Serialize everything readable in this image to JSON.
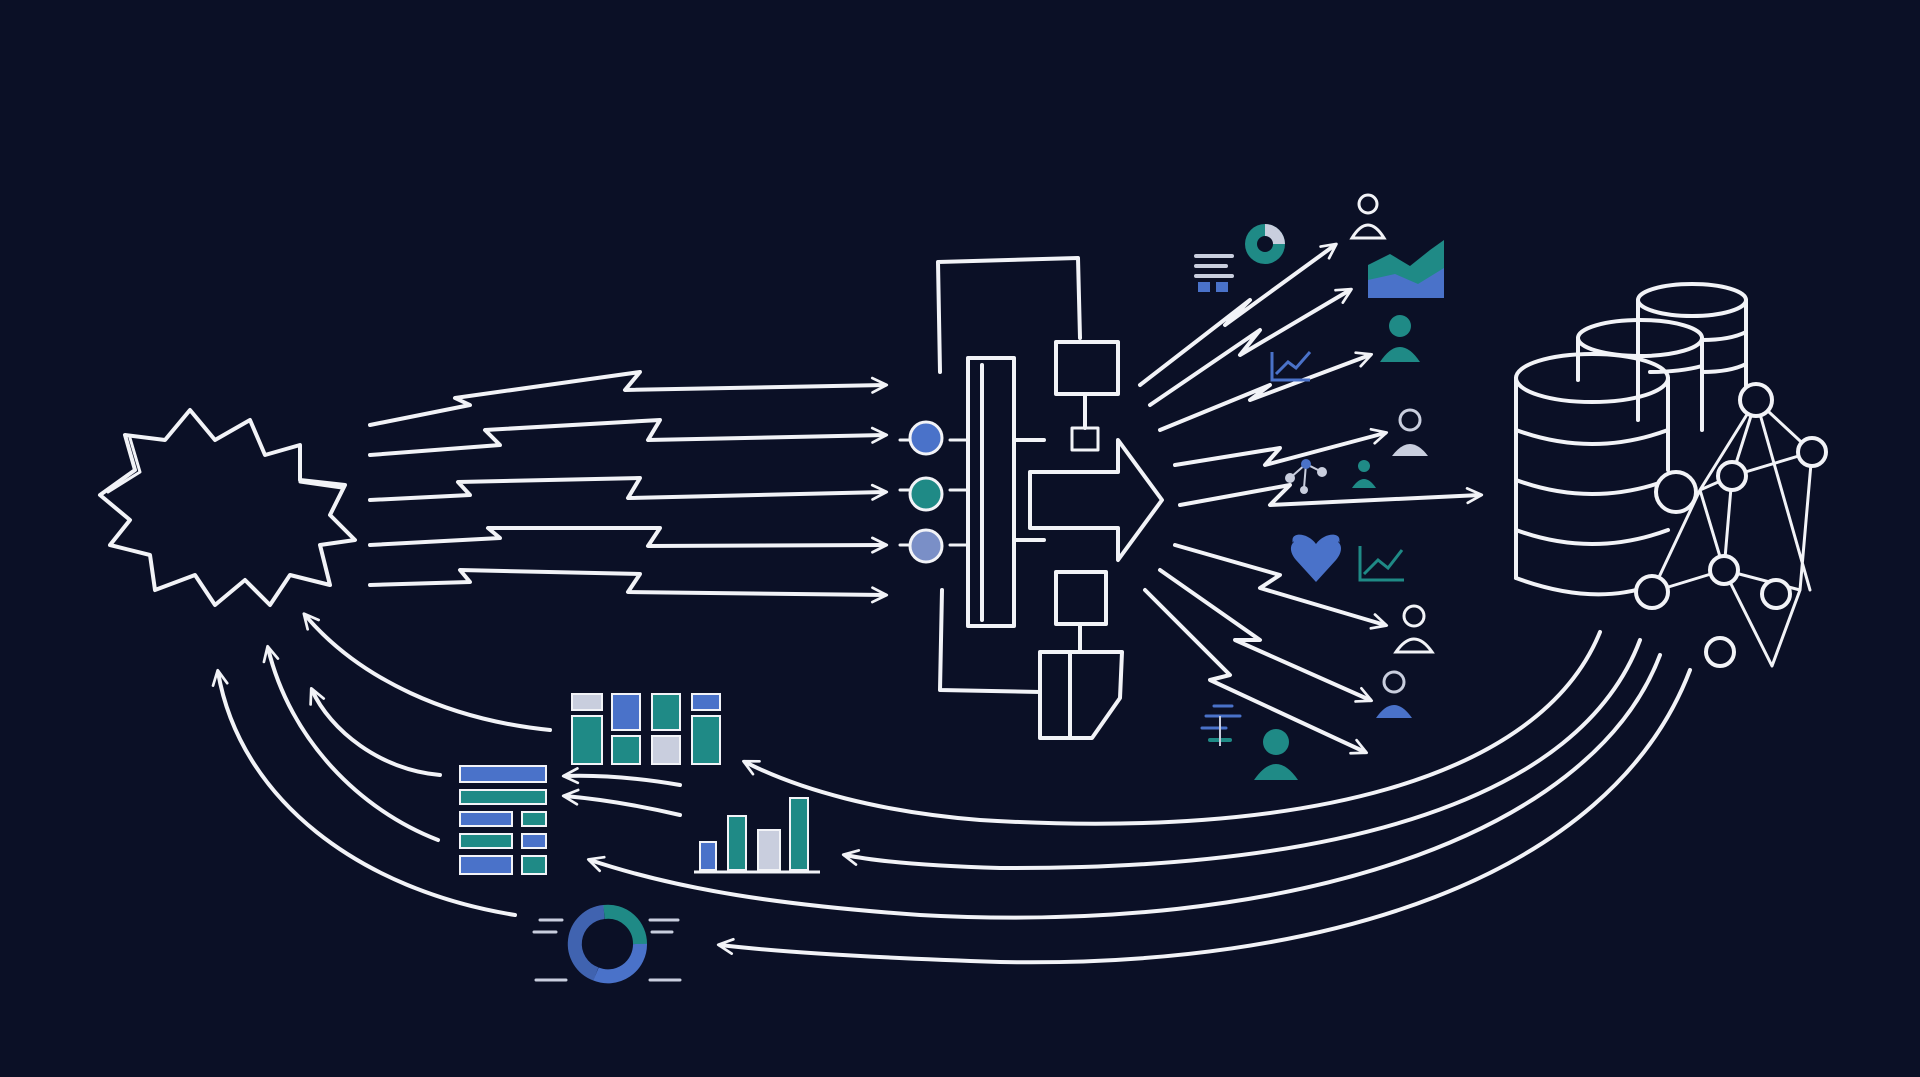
{
  "colors": {
    "background": "#0b1026",
    "ink": "#f2f3f7",
    "blue": "#4a72c9",
    "teal": "#1f8a86",
    "light": "#c9cede"
  },
  "diagram": {
    "nodes": [
      {
        "id": "chaotic-source",
        "icon": "starburst-cloud"
      },
      {
        "id": "processing-engine",
        "icon": "flowchart-blocks"
      },
      {
        "id": "database-cluster",
        "icon": "stacked-databases-with-network"
      },
      {
        "id": "feedback-widgets",
        "icon": "dashboard-charts"
      }
    ],
    "input_lanes": 5,
    "output_widgets": [
      "pie-chart-icon",
      "user-icon",
      "area-chart-icon",
      "list-icon",
      "user-teal-icon",
      "line-chart-icon",
      "user-gray-icon",
      "network-icon",
      "heart-icon",
      "trend-chart-icon",
      "user-outline-icon",
      "user-blue-icon",
      "org-chart-icon",
      "user-teal-large-icon"
    ]
  }
}
